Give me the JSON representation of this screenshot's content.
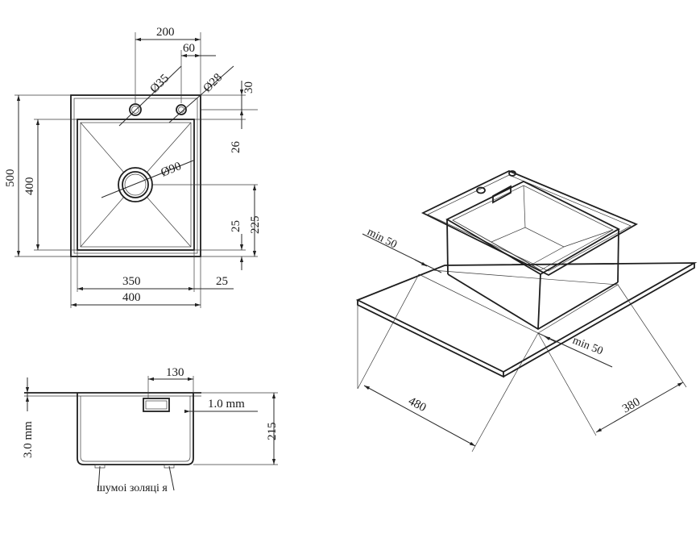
{
  "top_view": {
    "width_overall": "200",
    "width_tap_offset": "60",
    "tap_hole_1": "Ø35",
    "tap_hole_2": "Ø28",
    "drain": "Ø90",
    "height_overall": "500",
    "height_bowl": "400",
    "offset_top_30": "30",
    "offset_top_26": "26",
    "offset_bottom_25": "25",
    "drain_offset_225": "225",
    "bowl_width": "350",
    "rim_25": "25",
    "total_width": "400"
  },
  "side_view": {
    "overflow_width": "130",
    "wall_thickness": "1.0 mm",
    "deck_thickness": "3.0 mm",
    "depth": "215",
    "sound_insulation": "шумоі золяці я"
  },
  "iso_view": {
    "min_left": "min 50",
    "min_right": "min 50",
    "cabinet_width": "480",
    "cabinet_depth": "380"
  }
}
